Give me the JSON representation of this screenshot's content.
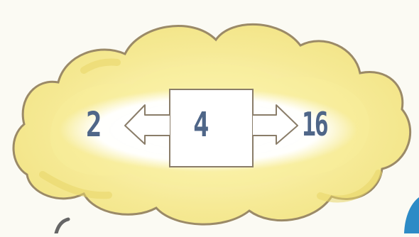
{
  "sequence": {
    "left": "2",
    "center": "4",
    "right": "16"
  },
  "colors": {
    "cloud_fill": "#f3e98a",
    "cloud_outline": "#9b8a67",
    "inner_glow": "#ffffff",
    "number": "#4f6688",
    "box_outline": "#8a7d69",
    "ground_accent": "#2d8bc6"
  },
  "icons": {
    "left_arrow": "left-arrow-icon",
    "right_arrow": "right-arrow-icon"
  }
}
